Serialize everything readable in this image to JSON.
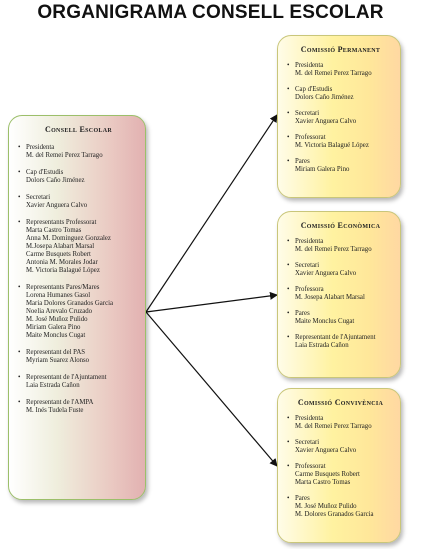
{
  "title": "ORGANIGRAMA CONSELL ESCOLAR",
  "main_box": {
    "title": "Consell Escolar",
    "items": [
      {
        "role": "Presidenta",
        "members": [
          "M. del Remei Perez Tarrago"
        ]
      },
      {
        "role": "Cap d'Estudis",
        "members": [
          "Dolors Caño Jiménez"
        ]
      },
      {
        "role": "Secretari",
        "members": [
          "Xavier Anguera Calvo"
        ]
      },
      {
        "role": "Representants Professorat",
        "members": [
          "Marta Castro Tomas",
          "Anna M. Dominguez Gonzalez",
          "M.Josepa Alabart Marsal",
          "Carme Busquets Robert",
          "Antonia M. Morales Jodar",
          "M. Victoria Balagué López"
        ]
      },
      {
        "role": "Representants Pares/Mares",
        "members": [
          "Lorena Humanes Gasol",
          "Maria Dolores Granados Garcia",
          "Noelia Arevalo Cruzado",
          "M. José Muñoz Pulido",
          "Miriam Galera Pino",
          "Maite Monclus Cugat"
        ]
      },
      {
        "role": "Representant del PAS",
        "members": [
          "Myriam Suarez Alonso"
        ]
      },
      {
        "role": "Representant de l'Ajuntament",
        "members": [
          "Laia Estrada Cañon"
        ]
      },
      {
        "role": "Representant de l'AMPA",
        "members": [
          "M. Inés Tudela  Fuste"
        ]
      }
    ]
  },
  "commissions": [
    {
      "title": "Comissió Permanent",
      "items": [
        {
          "role": "Presidenta",
          "members": [
            "M. del Remei Perez Tarrago"
          ]
        },
        {
          "role": "Cap d'Estudis",
          "members": [
            "Dolors Caño Jiménez"
          ]
        },
        {
          "role": "Secretari",
          "members": [
            "Xavier Anguera Calvo"
          ]
        },
        {
          "role": "Professorat",
          "members": [
            "M. Victoria Balagué López"
          ]
        },
        {
          "role": "Pares",
          "members": [
            "Miriam Galera Pino"
          ]
        }
      ]
    },
    {
      "title": "Comissió Econòmica",
      "items": [
        {
          "role": "Presidenta",
          "members": [
            "M. del Remei Perez Tarrago"
          ]
        },
        {
          "role": "Secretari",
          "members": [
            "Xavier Anguera Calvo"
          ]
        },
        {
          "role": "Professora",
          "members": [
            "M. Josepa Alabart Marsal"
          ]
        },
        {
          "role": "Pares",
          "members": [
            "Maite Monclus Cugat"
          ]
        },
        {
          "role": "Representant de l'Ajuntament",
          "members": [
            "Laia Estrada Cañon"
          ]
        }
      ]
    },
    {
      "title": "Comissió Convivència",
      "items": [
        {
          "role": "Presidenta",
          "members": [
            "M. del Remei Perez Tarrago"
          ]
        },
        {
          "role": "Secretari",
          "members": [
            "Xavier Anguera Calvo"
          ]
        },
        {
          "role": "Professorat",
          "members": [
            "Carme Busquets Robert",
            "Marta Castro Tomas"
          ]
        },
        {
          "role": "Pares",
          "members": [
            "M. José Muñoz Pulido",
            "M. Dolores Granados Garcia"
          ]
        }
      ]
    }
  ]
}
